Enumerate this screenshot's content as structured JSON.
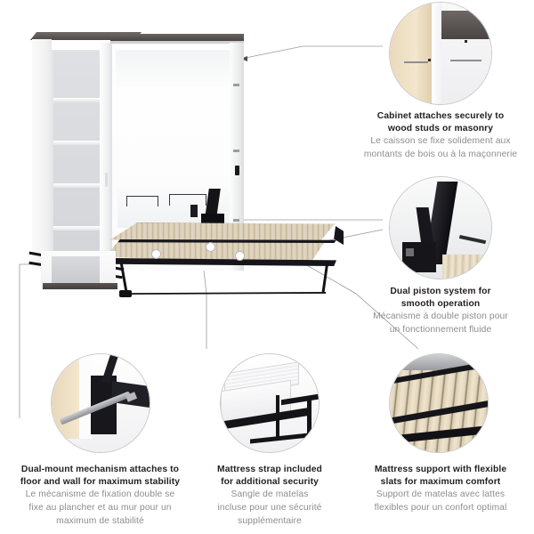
{
  "page": {
    "title": "Murphy bed cabinet feature infographic",
    "background_color": "#ffffff",
    "text_color_en": "#231f20",
    "text_color_fr": "#8d8d8f",
    "line_color": "#9a9a9c",
    "marker_color": "#ffffff"
  },
  "callouts": [
    {
      "id": "cabinet-attachment",
      "en_line1": "Cabinet attaches securely to",
      "en_line2": "wood studs or masonry",
      "fr_line1": "Le caisson se fixe solidement aux",
      "fr_line2": "montants de bois ou à la maçonnerie",
      "photo_name": "cabinet-wall-attachment-photo"
    },
    {
      "id": "dual-piston",
      "en_line1": "Dual piston system for",
      "en_line2": "smooth operation",
      "fr_line1": "Mécanisme à double piston pour",
      "fr_line2": "un fonctionnement fluide",
      "photo_name": "dual-piston-photo"
    },
    {
      "id": "dual-mount",
      "en_line1": "Dual-mount mechanism attaches to",
      "en_line2": "floor and wall for maximum stability",
      "fr_line1": "Le mécanisme de fixation double se",
      "fr_line2": "fixe au plancher et au mur pour un",
      "fr_line3": "maximum de stabilité",
      "photo_name": "dual-mount-bracket-photo"
    },
    {
      "id": "mattress-strap",
      "en_line1": "Mattress strap included",
      "en_line2": "for additional security",
      "fr_line1": "Sangle de matelas",
      "fr_line2": "incluse pour une sécurité",
      "fr_line3": "supplémentaire",
      "photo_name": "mattress-strap-photo"
    },
    {
      "id": "mattress-support",
      "en_line1": "Mattress support with flexible",
      "en_line2": "slats for maximum comfort",
      "fr_line1": "Support de matelas avec lattes",
      "fr_line2": "flexibles pour un confort optimal",
      "photo_name": "flexible-slats-photo"
    }
  ],
  "product": {
    "name": "Murphy bed with bookcase",
    "parts": {
      "bookcase": "bookcase-column",
      "shelf_count": 5,
      "cabinet": "wall-bed-cabinet",
      "deck": "slat-mattress-deck",
      "base_cabinet": "lower-base-cabinet"
    }
  }
}
